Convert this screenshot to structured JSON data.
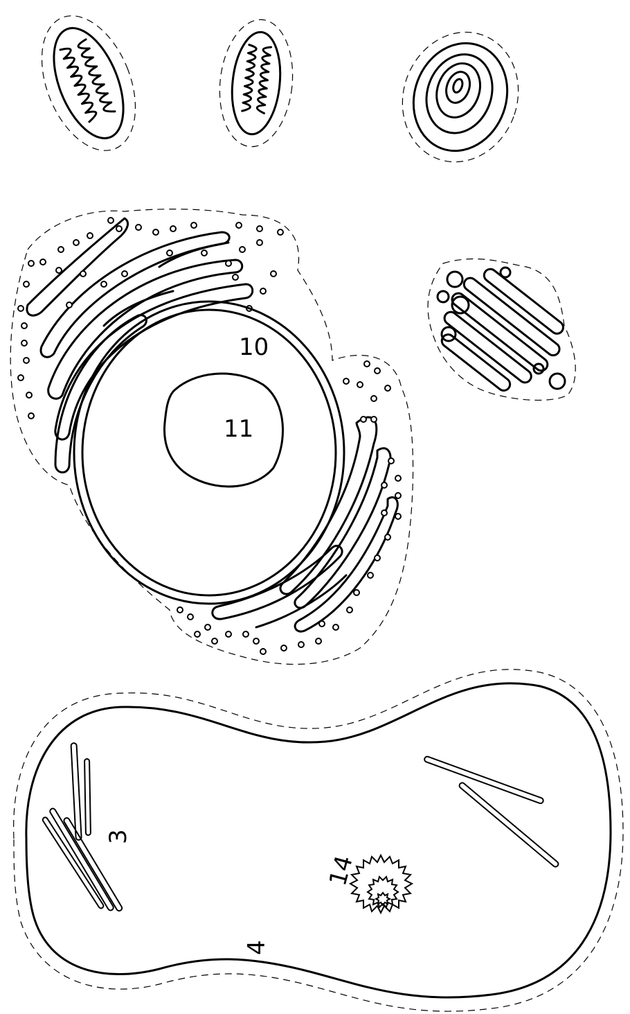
{
  "labels": {
    "nucleus": "10",
    "nucleolus": "11",
    "filaments": "3",
    "centrosome": "14",
    "cytoplasm": "4"
  },
  "colors": {
    "ink": "#000000",
    "paper": "#ffffff"
  }
}
